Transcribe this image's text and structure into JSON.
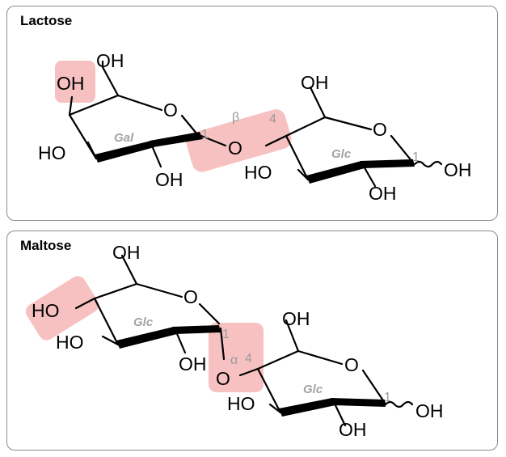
{
  "panels": [
    {
      "title": "Lactose",
      "residue_1": "Gal",
      "residue_2": "Glc",
      "linkage": "β",
      "position_a": "1",
      "position_b": "4",
      "anomeric": "1",
      "atoms": {
        "oh": "OH",
        "ho": "HO",
        "o": "O"
      }
    },
    {
      "title": "Maltose",
      "residue_1": "Glc",
      "residue_2": "Glc",
      "linkage": "α",
      "position_a": "1",
      "position_b": "4",
      "anomeric": "1",
      "atoms": {
        "oh": "OH",
        "ho": "HO",
        "o": "O"
      }
    }
  ],
  "colors": {
    "highlight": "#f5b2b2",
    "frame": "#8c8c8c",
    "gray_label": "#a3a3a3"
  }
}
